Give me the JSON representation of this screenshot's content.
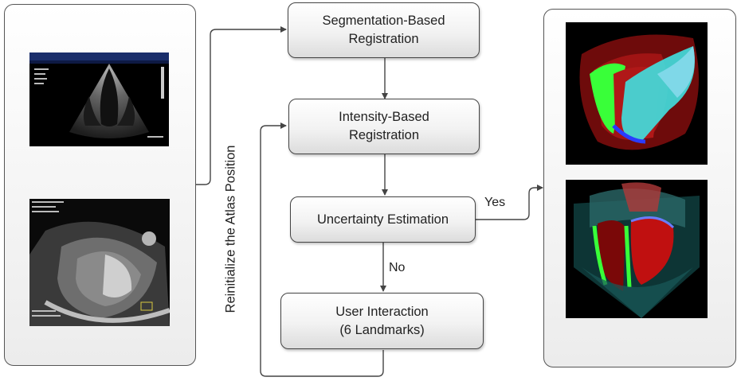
{
  "boxes": {
    "seg_line1": "Segmentation-Based",
    "seg_line2": "Registration",
    "int_line1": "Intensity-Based",
    "int_line2": "Registration",
    "unc": "Uncertainty Estimation",
    "user_line1": "User Interaction",
    "user_line2": "(6 Landmarks)"
  },
  "labels": {
    "yes": "Yes",
    "no": "No",
    "reinit": "Reinitialize the Atlas Position"
  },
  "images": {
    "left": [
      "ultrasound-scan",
      "ct-scan"
    ],
    "right": [
      "fused-3d-heart-view",
      "fused-3d-heart-section"
    ]
  },
  "colors": {
    "line": "#444444",
    "panel_border": "#555555",
    "segmentation_green": "#39ff39",
    "segmentation_cyan": "#40e0e0",
    "segmentation_red": "#c01010"
  }
}
